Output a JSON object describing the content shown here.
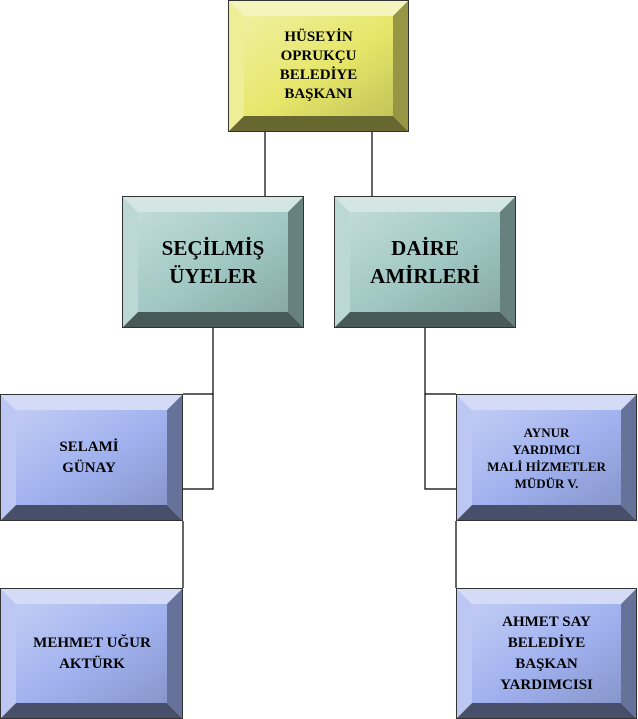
{
  "colors": {
    "root": "#e6e66a",
    "group": "#9fc7c3",
    "member": "#9fb0ee",
    "connector": "#000000"
  },
  "nodes": {
    "root": {
      "lines": [
        "HÜSEYİN",
        "OPRUKÇU",
        "BELEDİYE",
        "BAŞKANI"
      ]
    },
    "secilmis": {
      "lines": [
        "SEÇİLMİŞ",
        "ÜYELER"
      ]
    },
    "daire": {
      "lines": [
        "DAİRE",
        "AMİRLERİ"
      ]
    },
    "selami": {
      "lines": [
        "SELAMİ",
        "GÜNAY"
      ]
    },
    "mehmet": {
      "lines": [
        "MEHMET UĞUR",
        "AKTÜRK"
      ]
    },
    "aynur": {
      "lines": [
        "AYNUR",
        "YARDIMCI",
        "MALİ HİZMETLER",
        "MÜDÜR V."
      ]
    },
    "ahmet": {
      "lines": [
        "AHMET SAY",
        "BELEDİYE",
        "BAŞKAN",
        "YARDIMCISI"
      ]
    }
  }
}
